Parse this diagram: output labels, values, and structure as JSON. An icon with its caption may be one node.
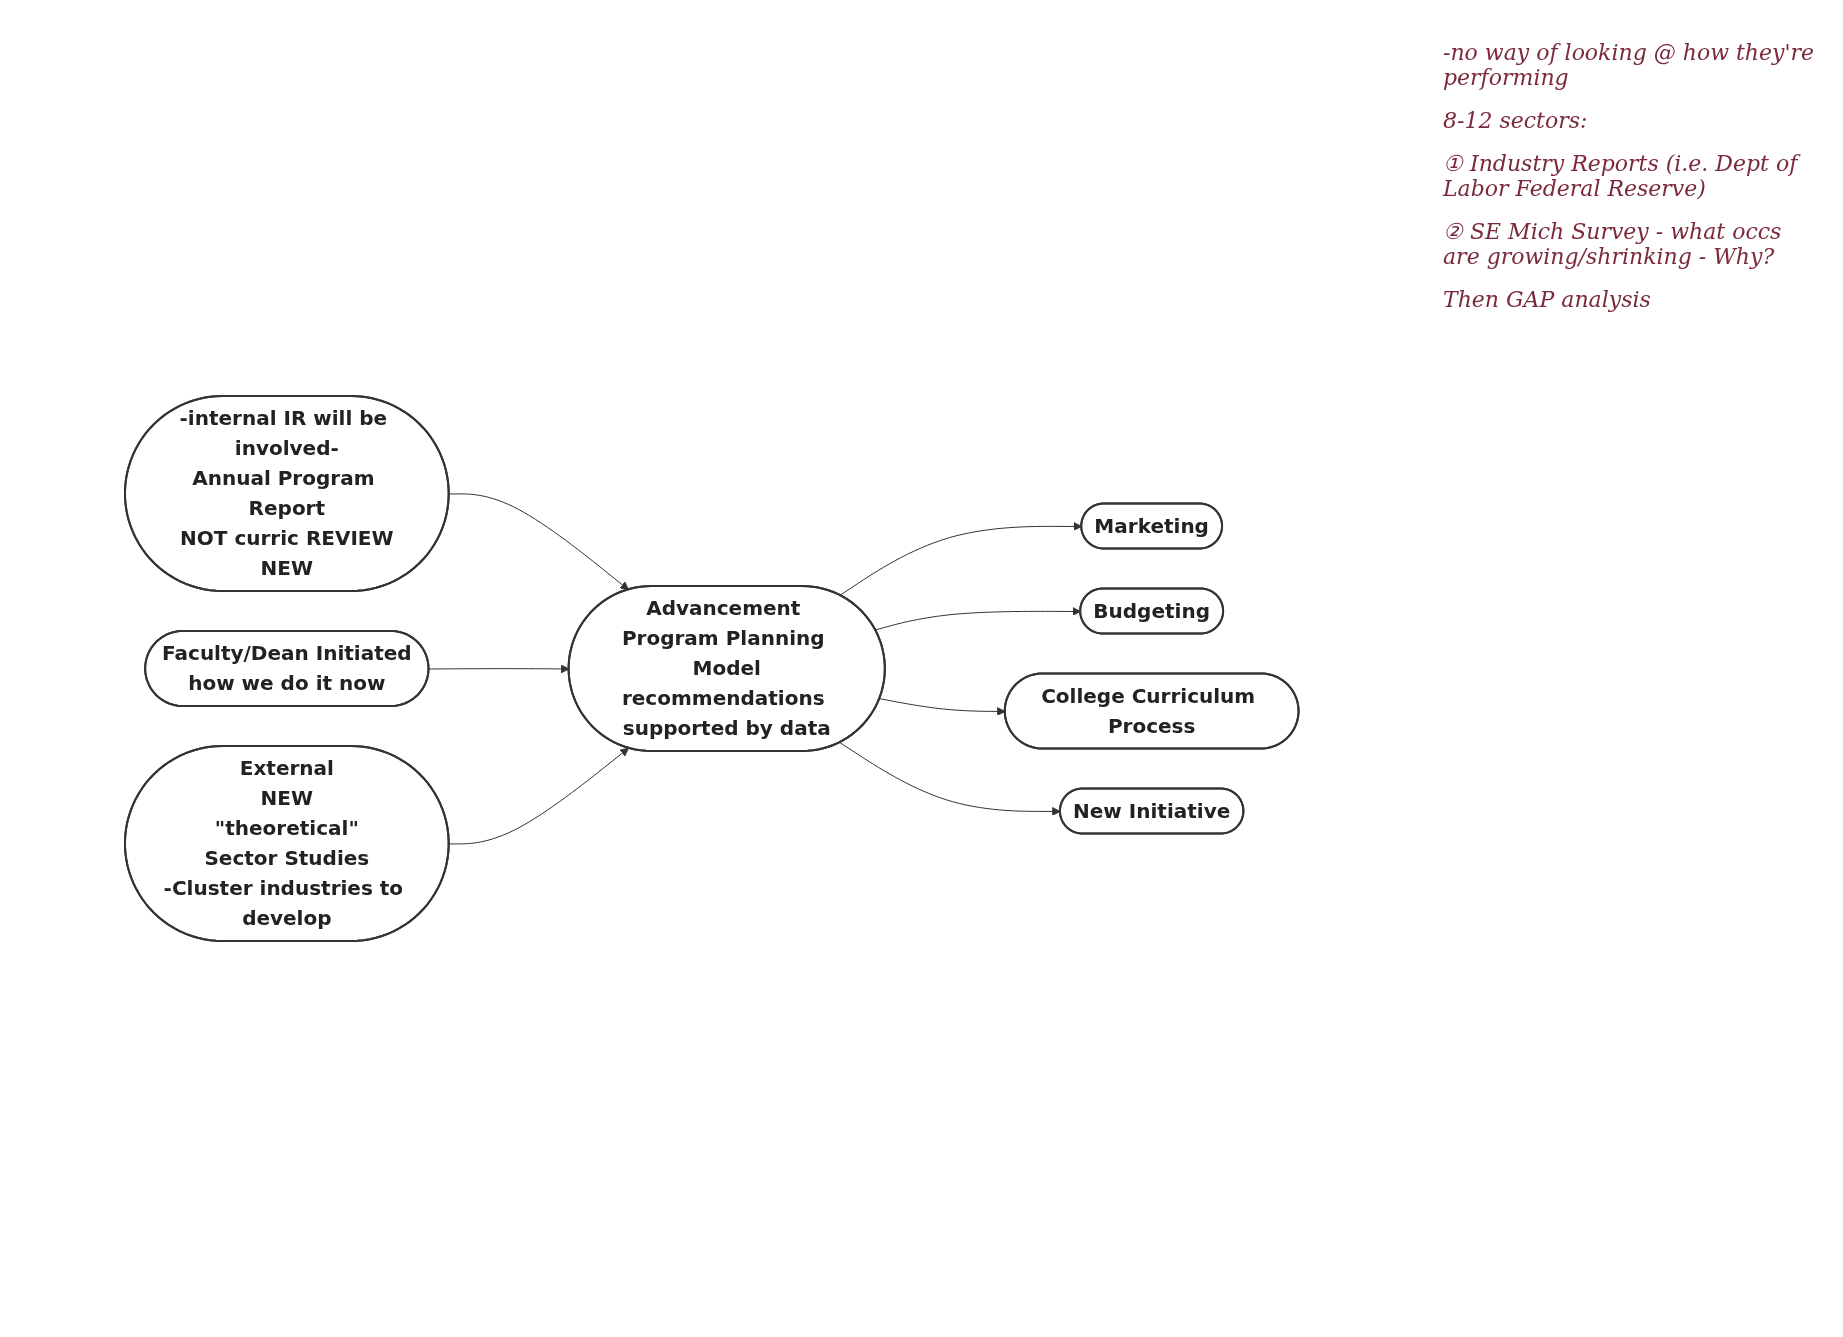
{
  "diagram": {
    "nodes": [
      {
        "text": [
          "-internal IR will be involved-",
          "Annual Program Report",
          "NOT curric REVIEW",
          "NEW"
        ]
      },
      {
        "text": [
          "Faculty/Dean Initiated",
          "how we do it now"
        ]
      },
      {
        "text": [
          "External",
          "NEW",
          "\"theoretical\"",
          "Sector Studies",
          "-Cluster industries to develop"
        ]
      },
      {
        "text": [
          "Advancement Program Planning Model",
          "recommendations supported by data"
        ]
      },
      {
        "text": [
          "Marketing"
        ]
      },
      {
        "text": [
          "Budgeting"
        ]
      },
      {
        "text": [
          "College Curriculum Process"
        ]
      },
      {
        "text": [
          "New Initiative"
        ]
      }
    ],
    "edges": [
      {
        "from": 0,
        "to": 3,
        "arrow": "to"
      },
      {
        "from": 1,
        "to": 3,
        "arrow": "to"
      },
      {
        "from": 2,
        "to": 3,
        "arrow": "to"
      },
      {
        "from": 3,
        "to": 4,
        "arrow": "to"
      },
      {
        "from": 3,
        "to": 5,
        "arrow": "to"
      },
      {
        "from": 3,
        "to": 6,
        "arrow": "to"
      },
      {
        "from": 3,
        "to": 7,
        "arrow": "to"
      }
    ],
    "labels": [
      "-no way of looking @ how they're performing",
      "8-12 sectors:",
      "① Industry Reports (i.e. Dept of Labor Federal Reserve)",
      "② SE Mich Survey - what occs are growing/shrinking - Why?",
      "Then GAP analysis"
    ]
  }
}
